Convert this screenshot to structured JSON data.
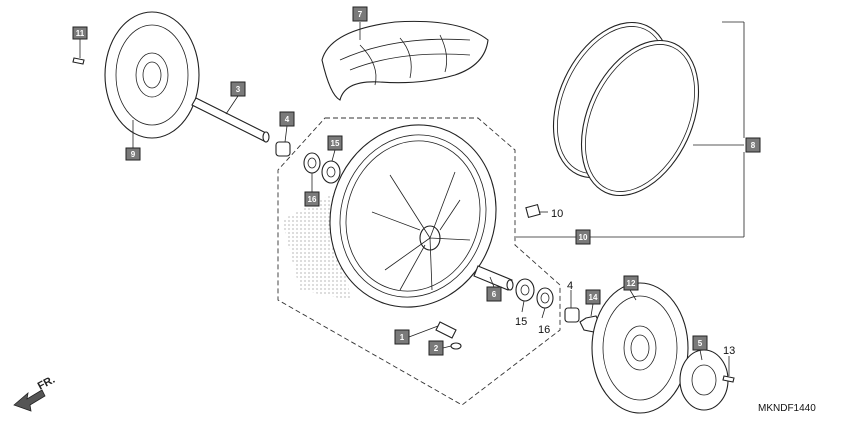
{
  "diagram_code": "MKNDF1440",
  "front_indicator": "FR.",
  "callouts": [
    {
      "id": "1",
      "boxed": true
    },
    {
      "id": "2",
      "boxed": true
    },
    {
      "id": "3",
      "boxed": true
    },
    {
      "id": "4",
      "boxed": true
    },
    {
      "id": "4",
      "boxed": false
    },
    {
      "id": "5",
      "boxed": true
    },
    {
      "id": "6",
      "boxed": true
    },
    {
      "id": "7",
      "boxed": true
    },
    {
      "id": "8",
      "boxed": true
    },
    {
      "id": "9",
      "boxed": true
    },
    {
      "id": "10",
      "boxed": false
    },
    {
      "id": "11",
      "boxed": true
    },
    {
      "id": "12",
      "boxed": true
    },
    {
      "id": "13",
      "boxed": true
    },
    {
      "id": "13",
      "boxed": false
    },
    {
      "id": "14",
      "boxed": true
    },
    {
      "id": "15",
      "boxed": true
    },
    {
      "id": "15",
      "boxed": false
    },
    {
      "id": "16",
      "boxed": true
    },
    {
      "id": "16",
      "boxed": false
    }
  ],
  "colors": {
    "tag_fill": "#7a7a7a",
    "line": "#222222",
    "background": "#ffffff"
  }
}
